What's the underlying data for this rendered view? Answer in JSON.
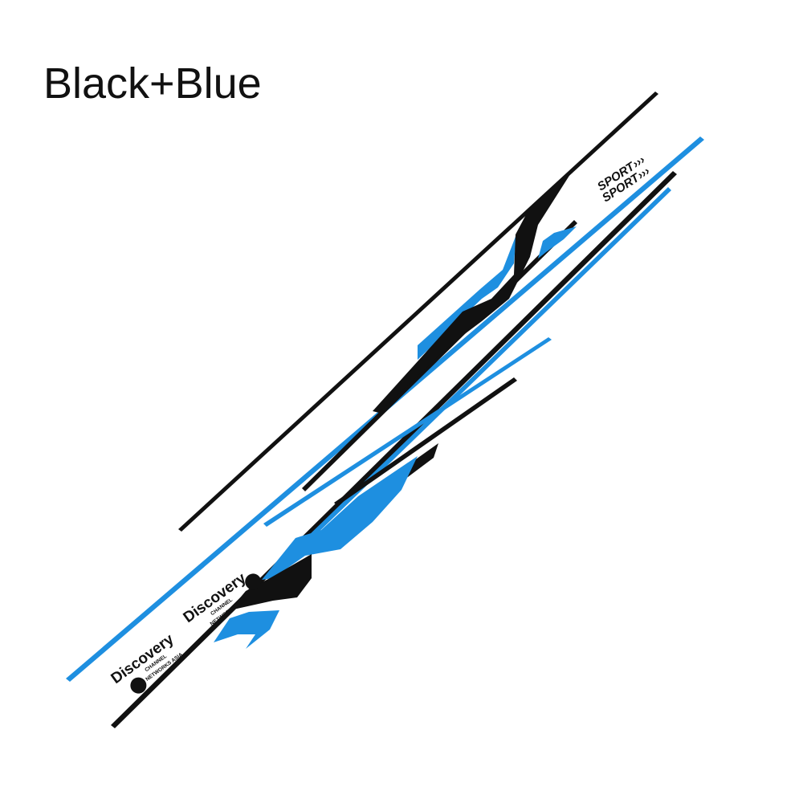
{
  "header": {
    "title": "Black+Blue"
  },
  "colors": {
    "black": "#111111",
    "blue": "#1e8fe0",
    "background": "#ffffff"
  },
  "decal": {
    "sport_labels": [
      "SPORT",
      "SPORT"
    ],
    "logos": [
      {
        "brand": "Discovery",
        "channel": "CHANNEL",
        "network": "NETWORKS ASIA"
      },
      {
        "brand": "Discovery",
        "channel": "CHANNEL",
        "network": "NETWORKS ASIA"
      }
    ]
  }
}
